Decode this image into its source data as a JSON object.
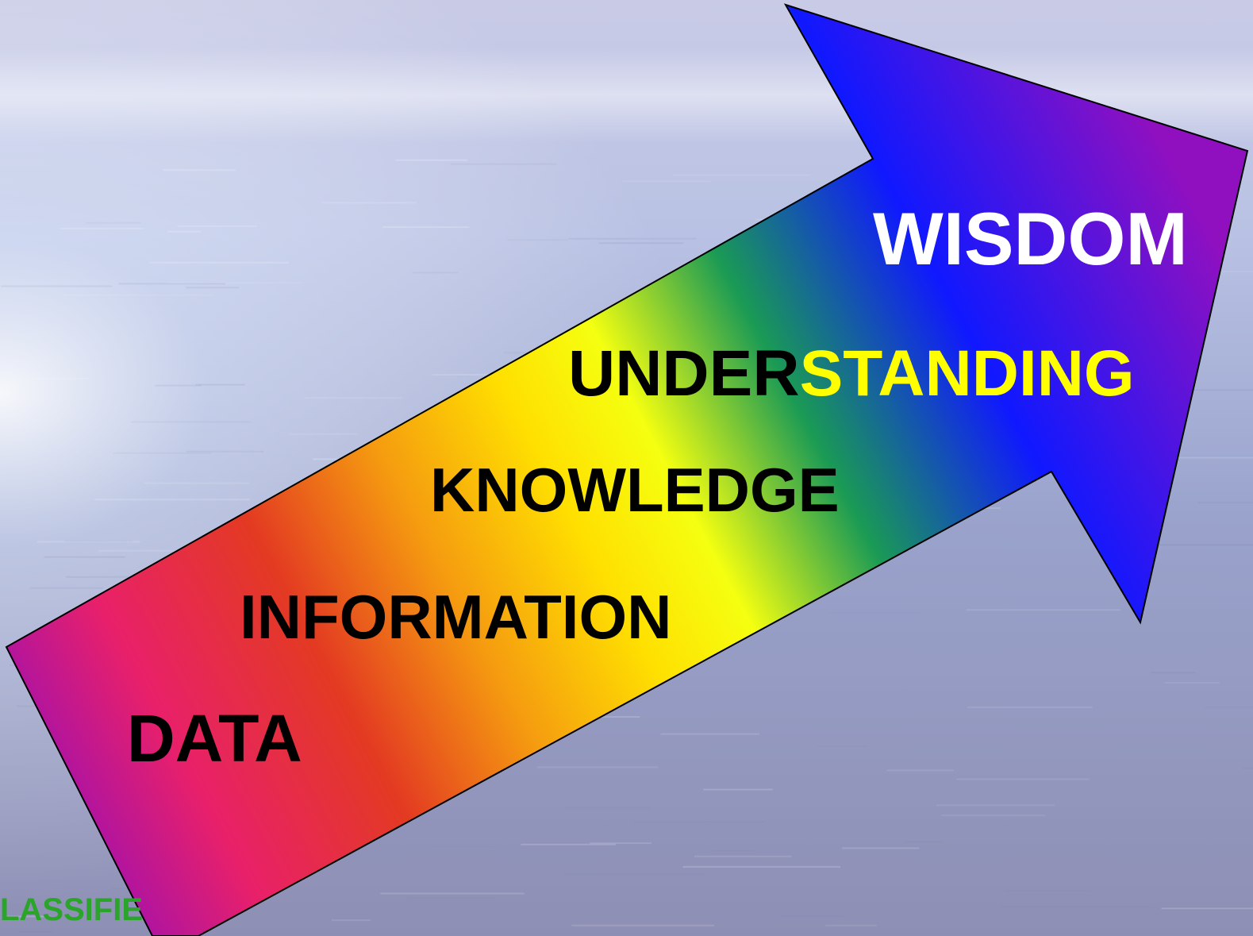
{
  "colors": {
    "sky_top": "#c9cbe6",
    "water_mid": "#9aa3cc",
    "water_bottom": "#8e8fb4",
    "arrow_outline": "#000000",
    "rainbow": [
      "#9a0fb5",
      "#e8206a",
      "#e33a22",
      "#f59a10",
      "#ffe000",
      "#f5ff10",
      "#1a9a55",
      "#1018ff",
      "#9010c0"
    ],
    "understanding_accent": "#ffff00",
    "footer_green": "#2aa52a"
  },
  "diagram": {
    "stages": {
      "data": "DATA",
      "information": "INFORMATION",
      "knowledge": "KNOWLEDGE",
      "understanding_part1": "UNDER",
      "understanding_part2": "STANDING",
      "wisdom": "WISDOM"
    }
  },
  "footer": {
    "classification": "LASSIFIE"
  }
}
